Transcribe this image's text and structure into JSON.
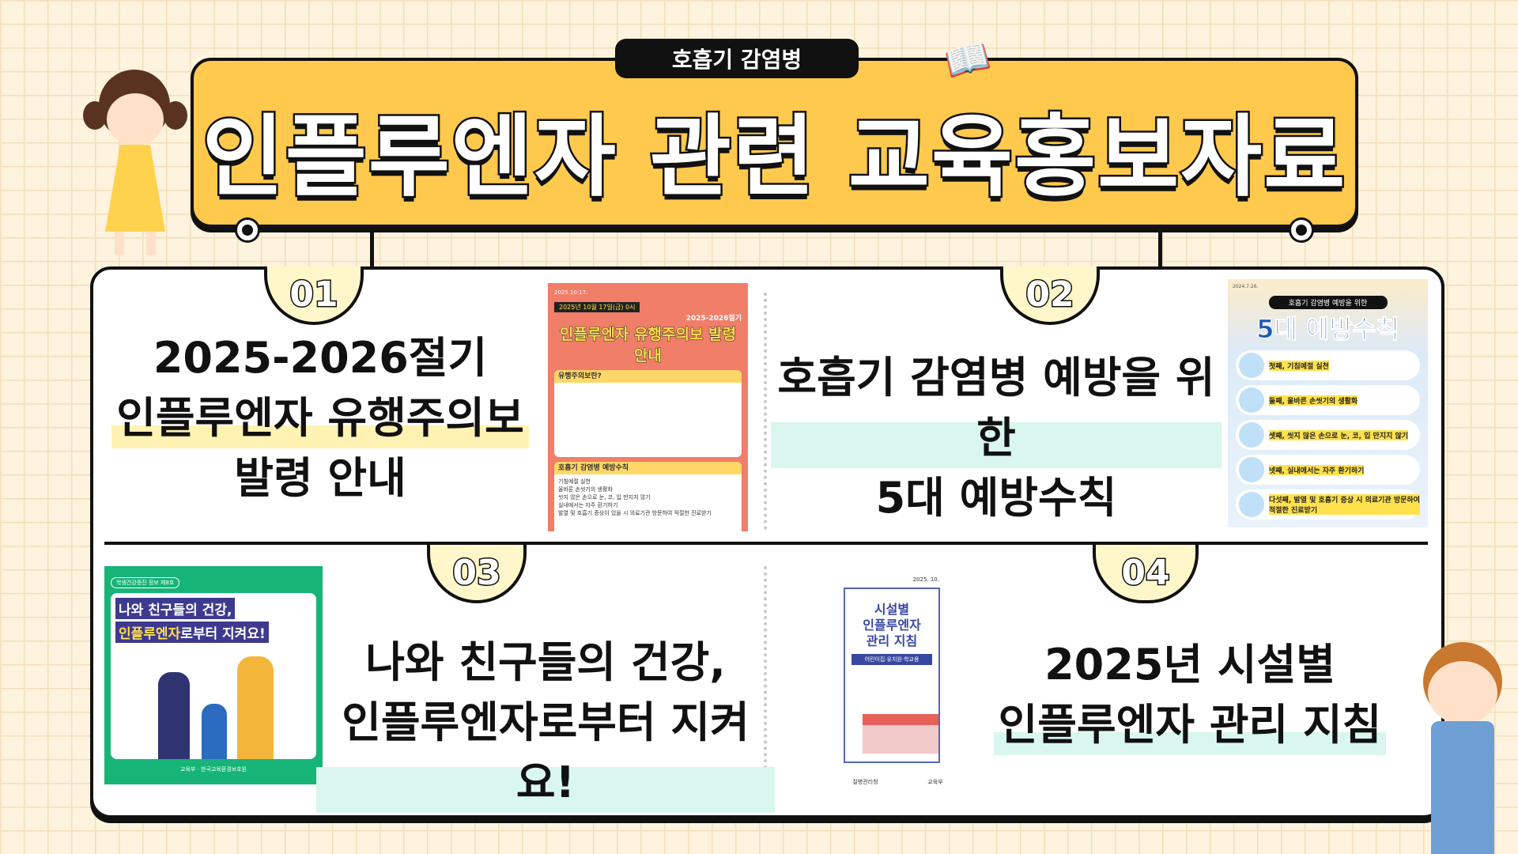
{
  "header": {
    "tag": "호흡기 감염병",
    "title": "인플루엔자 관련 교육홍보자료"
  },
  "items": [
    {
      "number": "01",
      "lines": [
        "2025-2026절기",
        "인플루엔자 유행주의보",
        "발령 안내"
      ],
      "thumbnail": {
        "date": "2025.10.17.",
        "headline": "인플루엔자 유행주의보 발령 안내",
        "season": "2025-2026절기",
        "banner": "2025년 10월 17일(금) 0시",
        "section1": "유행주의보란?",
        "section2": "호흡기 감염병 예방수칙",
        "points": [
          "기침예절 실천",
          "올바른 손씻기의 생활화",
          "씻지 않은 손으로 눈, 코, 입 만지지 않기",
          "실내에서는 자주 환기하기",
          "발열 및 호흡기 증상이 있을 시 의료기관 방문하여 적절한 진료받기"
        ]
      }
    },
    {
      "number": "02",
      "lines": [
        "호흡기 감염병 예방을 위한",
        "5대 예방수칙"
      ],
      "thumbnail": {
        "date": "2024.7.26.",
        "pill": "호흡기 감염병 예방을 위한",
        "headline": "5대 예방수칙",
        "rules": [
          "첫째, 기침예절 실천",
          "둘째, 올바른 손씻기의 생활화",
          "셋째, 씻지 않은 손으로 눈, 코, 입 만지지 않기",
          "넷째, 실내에서는 자주 환기하기",
          "다섯째, 발열 및 호흡기 증상 시 의료기관 방문하여 적절한 진료받기"
        ]
      }
    },
    {
      "number": "03",
      "lines": [
        "나와 친구들의 건강,",
        "인플루엔자로부터 지켜요!"
      ],
      "thumbnail": {
        "label": "학생건강증진 정보 제8호",
        "line1": "나와 친구들의 건강,",
        "line2a": "인플루엔자",
        "line2b": "로부터 지켜요!",
        "footer": "교육부 · 한국교육환경보호원"
      }
    },
    {
      "number": "04",
      "lines": [
        "2025년 시설별",
        "인플루엔자 관리 지침"
      ],
      "thumbnail": {
        "date": "2025. 10.",
        "title": [
          "시설별",
          "인플루엔자",
          "관리 지침"
        ],
        "subtitle": "어린이집·유치원·학교용",
        "footer": [
          "질병관리청",
          "교육부"
        ]
      }
    }
  ],
  "colors": {
    "header": "#ffc94d",
    "background": "#fdf3de",
    "badge": "#fff7c9",
    "highlight": "#d9f6ef"
  }
}
